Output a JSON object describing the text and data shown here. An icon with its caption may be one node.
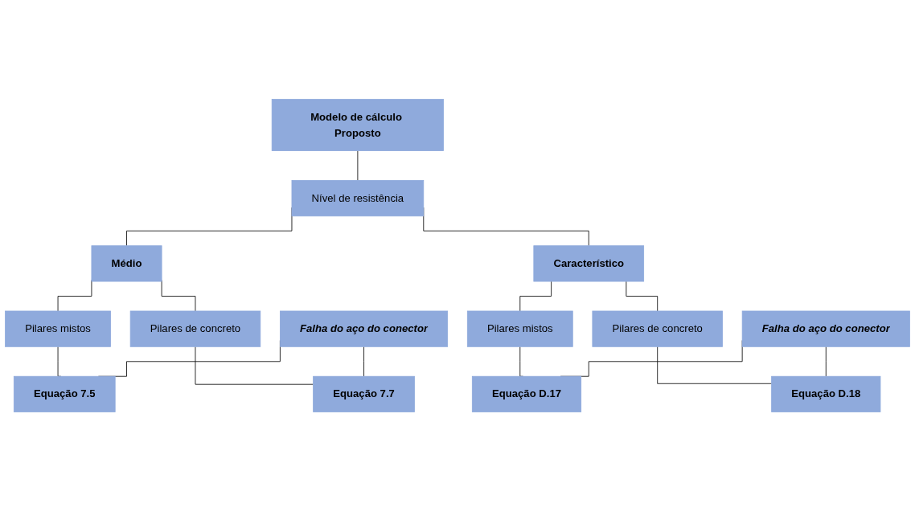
{
  "diagram": {
    "nodes": [
      {
        "text": [
          "Modelo de cálculo Proposto"
        ]
      },
      {
        "text": [
          "Nível de resistência"
        ]
      },
      {
        "text": [
          "Médio"
        ]
      },
      {
        "text": [
          "Característico"
        ]
      },
      {
        "text": [
          "Pilares mistos"
        ]
      },
      {
        "text": [
          "Pilares de concreto"
        ]
      },
      {
        "text": [
          "Pilares mistos"
        ]
      },
      {
        "text": [
          "Pilares de concreto"
        ]
      },
      {
        "text": [
          "Falha do aço do conector"
        ]
      },
      {
        "text": [
          "Falha do aço do conector"
        ]
      },
      {
        "text": [
          "Equação 7.5"
        ]
      },
      {
        "text": [
          "Equação 7.7"
        ]
      },
      {
        "text": [
          "Equação D.17"
        ]
      },
      {
        "text": [
          "Equação D.18"
        ]
      }
    ],
    "edges": [
      {
        "from": 0,
        "to": 1,
        "arrow": "none"
      },
      {
        "from": 1,
        "to": 2,
        "arrow": "none"
      },
      {
        "from": 1,
        "to": 3,
        "arrow": "none"
      },
      {
        "from": 2,
        "to": 4,
        "arrow": "none"
      },
      {
        "from": 2,
        "to": 5,
        "arrow": "none"
      },
      {
        "from": 3,
        "to": 6,
        "arrow": "none"
      },
      {
        "from": 3,
        "to": 7,
        "arrow": "none"
      },
      {
        "from": 4,
        "to": 10,
        "arrow": "none"
      },
      {
        "from": 8,
        "to": 10,
        "arrow": "none"
      },
      {
        "from": 5,
        "to": 11,
        "arrow": "none"
      },
      {
        "from": 8,
        "to": 11,
        "arrow": "none"
      },
      {
        "from": 6,
        "to": 12,
        "arrow": "none"
      },
      {
        "from": 9,
        "to": 12,
        "arrow": "none"
      },
      {
        "from": 7,
        "to": 13,
        "arrow": "none"
      },
      {
        "from": 9,
        "to": 13,
        "arrow": "none"
      }
    ]
  }
}
